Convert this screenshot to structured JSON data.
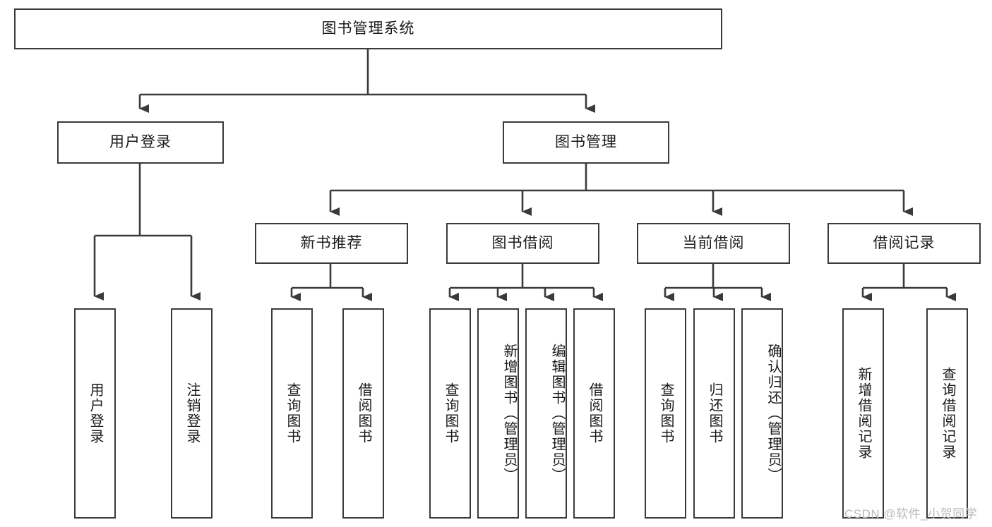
{
  "diagram": {
    "title": "图书管理系统",
    "type": "hierarchy-tree",
    "stroke_color": "#3a3a3a",
    "fill_color": "#ffffff",
    "text_color": "#1a1a1a",
    "watermark": "CSDN @软件_小贺同学",
    "root": {
      "label": "图书管理系统"
    },
    "level2": [
      {
        "label": "用户登录"
      },
      {
        "label": "图书管理"
      }
    ],
    "level3": [
      {
        "label": "新书推荐"
      },
      {
        "label": "图书借阅"
      },
      {
        "label": "当前借阅"
      },
      {
        "label": "借阅记录"
      }
    ],
    "leaves": {
      "user_login": [
        {
          "label": "用户登录"
        },
        {
          "label": "注销登录"
        }
      ],
      "new_book_recommend": [
        {
          "label": "查询图书"
        },
        {
          "label": "借阅图书"
        }
      ],
      "book_borrow": [
        {
          "label": "查询图书"
        },
        {
          "label": "新增图书（管理员）"
        },
        {
          "label": "编辑图书（管理员）"
        },
        {
          "label": "借阅图书"
        }
      ],
      "current_borrow": [
        {
          "label": "查询图书"
        },
        {
          "label": "归还图书"
        },
        {
          "label": "确认归还（管理员）"
        }
      ],
      "borrow_record": [
        {
          "label": "新增借阅记录"
        },
        {
          "label": "查询借阅记录"
        }
      ]
    }
  }
}
